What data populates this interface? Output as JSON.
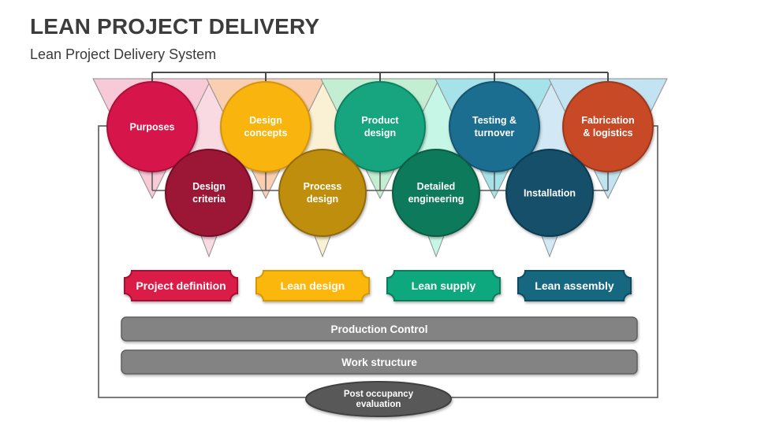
{
  "header": {
    "title": "LEAN PROJECT DELIVERY",
    "subtitle": "Lean Project Delivery System"
  },
  "diagram": {
    "styles": {
      "triangle_stroke": "#8C8C8C",
      "connector_color": "#4A4A4A",
      "frame_color": "#595959",
      "label_text_color": "#FFFFFF"
    },
    "top_row": [
      {
        "id": "purposes",
        "lines": [
          "Purposes"
        ],
        "fill": "#D6164B",
        "stroke": "#AE0F3A",
        "triangle_fill": "#F8CAD7"
      },
      {
        "id": "design-concepts",
        "lines": [
          "Design",
          "concepts"
        ],
        "fill": "#F9B510",
        "stroke": "#D3950A",
        "triangle_fill": "#F9CEB1"
      },
      {
        "id": "product-design",
        "lines": [
          "Product",
          "design"
        ],
        "fill": "#17A57E",
        "stroke": "#0E8060",
        "triangle_fill": "#C3EED2"
      },
      {
        "id": "testing-turnover",
        "lines": [
          "Testing &",
          "turnover"
        ],
        "fill": "#1F6E91",
        "stroke": "#14526F",
        "triangle_fill": "#A6E2E9"
      },
      {
        "id": "fabrication-logistics",
        "lines": [
          "Fabrication",
          "& logistics"
        ],
        "fill": "#C84827",
        "stroke": "#9E371B",
        "triangle_fill": "#C2E4F2"
      }
    ],
    "bottom_row": [
      {
        "id": "design-criteria",
        "lines": [
          "Design",
          "criteria"
        ],
        "fill": "#9C1636",
        "stroke": "#750E26",
        "triangle_fill": "#F9DAE3"
      },
      {
        "id": "process-design",
        "lines": [
          "Process",
          "design"
        ],
        "fill": "#BF8E0F",
        "stroke": "#926B08",
        "triangle_fill": "#FAF0D3"
      },
      {
        "id": "detailed-engineering",
        "lines": [
          "Detailed",
          "engineering"
        ],
        "fill": "#107A5C",
        "stroke": "#0A5B43",
        "triangle_fill": "#C6F7E6"
      },
      {
        "id": "installation",
        "lines": [
          "Installation"
        ],
        "fill": "#134F6A",
        "stroke": "#0B3A50",
        "triangle_fill": "#D2E9F5"
      }
    ],
    "phase_badges": [
      {
        "id": "project-definition",
        "label": "Project definition",
        "fill": "#DB1A46",
        "stroke": "#A81133"
      },
      {
        "id": "lean-design",
        "label": "Lean design",
        "fill": "#FCB711",
        "stroke": "#D49A00"
      },
      {
        "id": "lean-supply",
        "label": "Lean supply",
        "fill": "#0EA87E",
        "stroke": "#0A7C5C"
      },
      {
        "id": "lean-assembly",
        "label": "Lean assembly",
        "fill": "#186881",
        "stroke": "#104C60"
      }
    ],
    "bars": [
      {
        "id": "production-control",
        "label": "Production Control",
        "fill": "#838383",
        "stroke": "#5E5E5E"
      },
      {
        "id": "work-structure",
        "label": "Work structure",
        "fill": "#838383",
        "stroke": "#5E5E5E"
      }
    ],
    "footer_ellipse": {
      "id": "post-occupancy-evaluation",
      "lines": [
        "Post occupancy",
        "evaluation"
      ],
      "fill": "#595959",
      "stroke": "#3F3F3F"
    }
  }
}
